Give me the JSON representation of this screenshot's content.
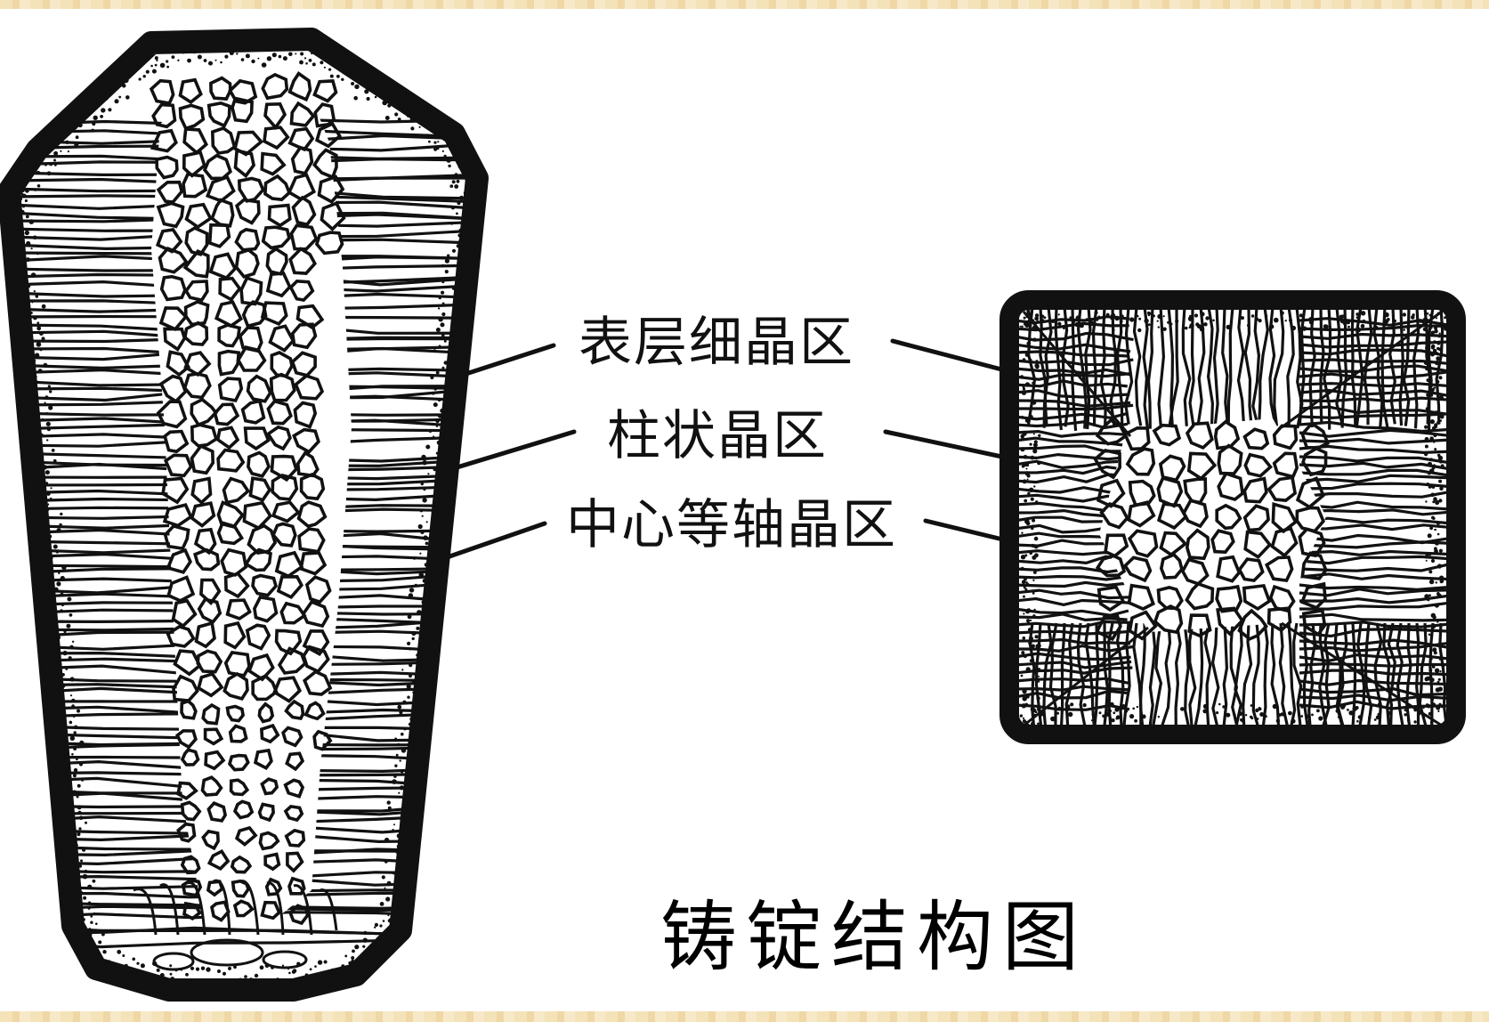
{
  "labels": {
    "surface_fine_crystal_zone": "表层细晶区",
    "columnar_crystal_zone": "柱状晶区",
    "central_equiaxed_crystal_zone": "中心等轴晶区"
  },
  "caption": "铸锭结构图",
  "colors": {
    "ink": "#111111",
    "background": "#ffffff",
    "decorative_band": "#f4e2b8"
  }
}
